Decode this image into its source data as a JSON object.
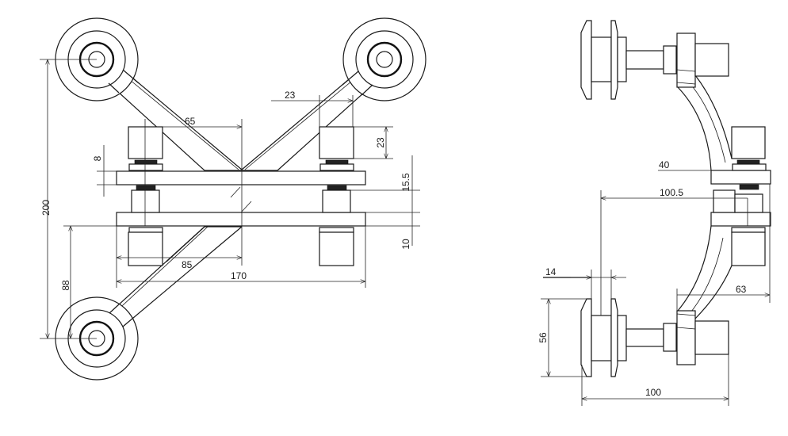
{
  "drawing": {
    "front_view": {
      "dimensions": {
        "height_total": "200",
        "lower_height": "88",
        "half_offset": "65",
        "arm_width": "23",
        "cylinder_height": "23",
        "plate_thickness": "8",
        "plate_gap": "15.5",
        "lower_plate": "10",
        "half_width": "85",
        "total_width": "170"
      }
    },
    "side_view": {
      "dimensions": {
        "plate_width": "40",
        "depth": "100.5",
        "glass_thickness": "14",
        "arm_offset": "63",
        "disc_diameter": "56",
        "overall_depth": "100"
      }
    }
  }
}
